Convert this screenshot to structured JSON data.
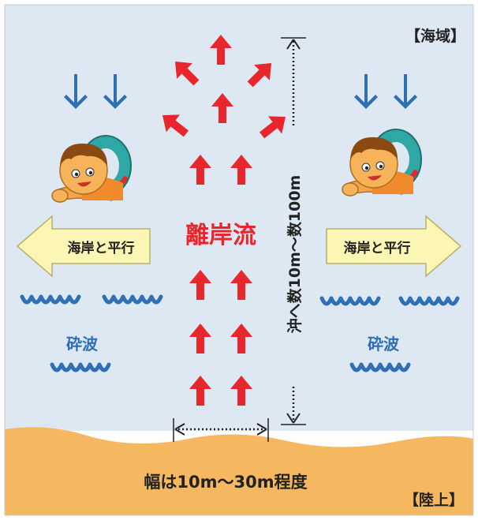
{
  "labels": {
    "sea_area": "【海域】",
    "land_area": "【陸上】",
    "rip_current": "離岸流",
    "parallel_left": "海岸と平行",
    "parallel_right": "海岸と平行",
    "breaking_wave_left": "砕波",
    "breaking_wave_right": "砕波",
    "offshore_distance": "沖へ数10m～数100m",
    "width_note": "幅は10m～30m程度"
  },
  "colors": {
    "sea": "#dde8f3",
    "sand": "#f5b860",
    "rip_arrow": "#e8262b",
    "wave_blue": "#2f6fb5",
    "parallel_arrow_fill": "#fbf6b4",
    "text_dark": "#222222"
  },
  "icons": [
    "down-arrow-icon",
    "swimmer-icon",
    "wave-icon",
    "rip-current-arrow-icon",
    "parallel-arrow-icon"
  ]
}
